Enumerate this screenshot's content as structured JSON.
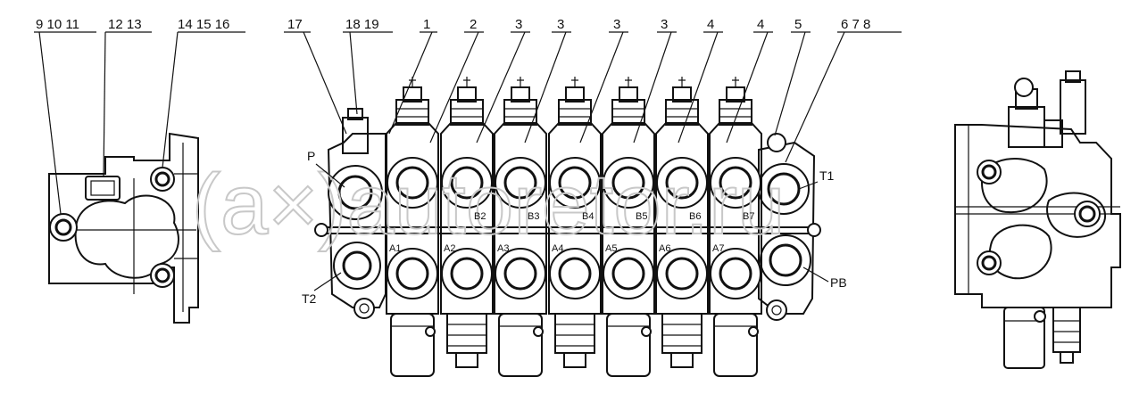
{
  "callouts": {
    "left_group_a": "9 10 11",
    "left_group_b": "12 13",
    "left_group_c": "14 15 16",
    "n17": "17",
    "n18_19": "18 19",
    "n1": "1",
    "n2": "2",
    "n3a": "3",
    "n3b": "3",
    "n3c": "3",
    "n3d": "3",
    "n4a": "4",
    "n4b": "4",
    "n5": "5",
    "right_group": "6 7 8"
  },
  "ports": {
    "P": "P",
    "T1": "T1",
    "T2": "T2",
    "PB": "PB",
    "A1": "A1",
    "A2": "A2",
    "A3": "A3",
    "A4": "A4",
    "A5": "A5",
    "A6": "A6",
    "A7": "A7",
    "B2": "B2",
    "B3": "B3",
    "B4": "B4",
    "B5": "B5",
    "B6": "B6",
    "B7": "B7"
  },
  "watermark": "(a×)autoretor.ru"
}
